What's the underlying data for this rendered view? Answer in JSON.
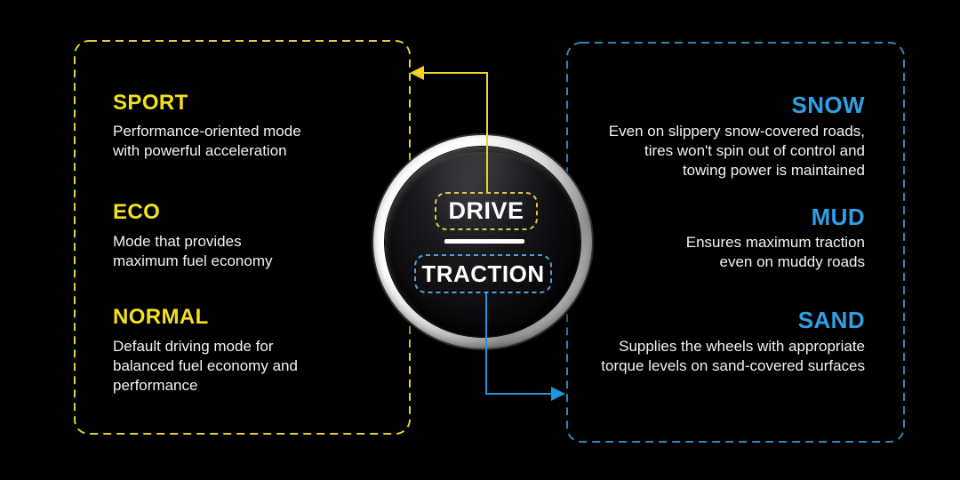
{
  "colors": {
    "background": "#000000",
    "drive_heading": "#F2E01E",
    "drive_border": "#E2CE3E",
    "traction_heading": "#2FA0E4",
    "traction_border": "#2E86B8",
    "body_text": "#F2F2F2",
    "knob_label_text": "#FFFFFF"
  },
  "drive_panel": {
    "sections": [
      {
        "title": "SPORT",
        "text": "Performance-oriented mode\nwith powerful acceleration"
      },
      {
        "title": "ECO",
        "text": "Mode that provides\nmaximum fuel economy"
      },
      {
        "title": "NORMAL",
        "text": "Default driving mode for\nbalanced fuel economy and\nperformance"
      }
    ]
  },
  "traction_panel": {
    "sections": [
      {
        "title": "SNOW",
        "text": "Even on slippery snow-covered roads,\ntires won't spin out of control and\ntowing power is maintained"
      },
      {
        "title": "MUD",
        "text": "Ensures maximum traction\neven on muddy roads"
      },
      {
        "title": "SAND",
        "text": "Supplies the wheels with appropriate\ntorque levels on sand-covered surfaces"
      }
    ]
  },
  "knob": {
    "drive_label": "DRIVE",
    "traction_label": "TRACTION"
  }
}
